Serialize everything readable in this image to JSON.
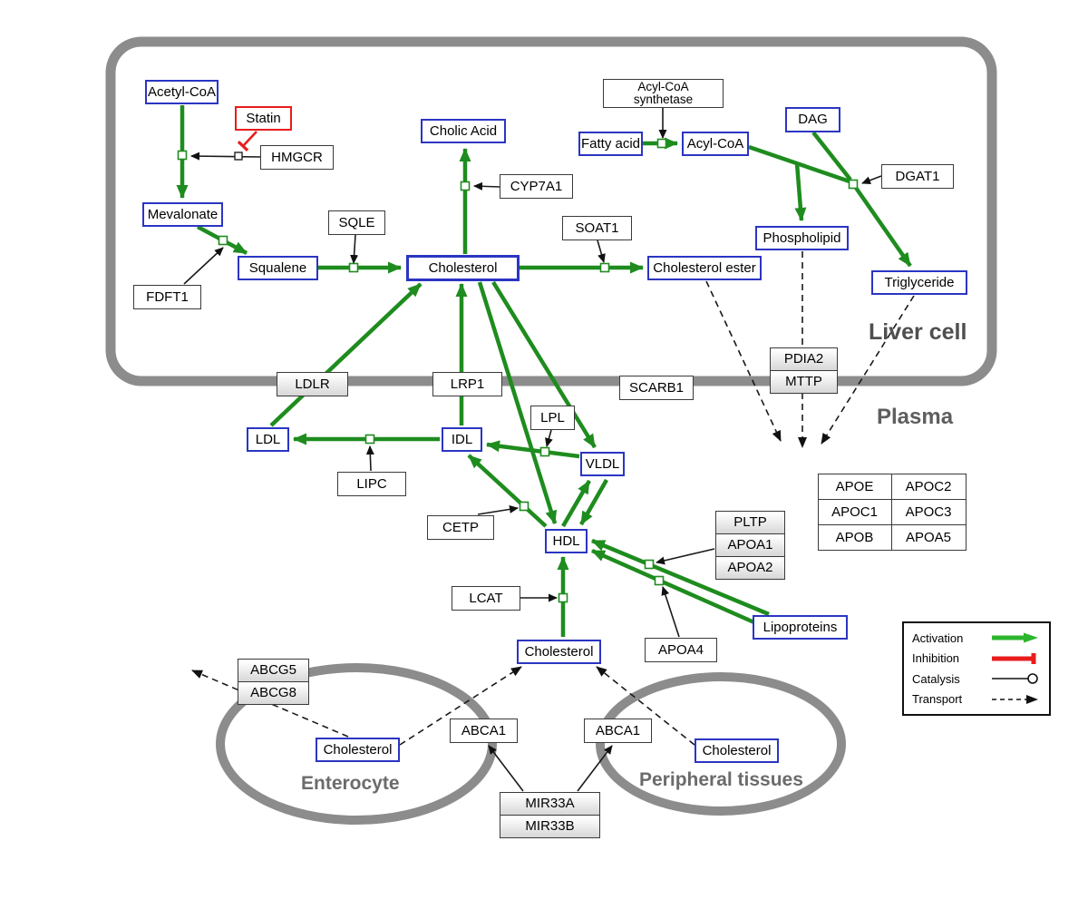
{
  "compartments": {
    "liver": {
      "label": "Liver cell"
    },
    "plasma": {
      "label": "Plasma"
    },
    "enterocyte": {
      "label": "Enterocyte"
    },
    "peripheral": {
      "label": "Peripheral tissues"
    }
  },
  "nodes": {
    "acetyl_coa": {
      "label": "Acetyl-CoA"
    },
    "statin": {
      "label": "Statin"
    },
    "hmgcr": {
      "label": "HMGCR"
    },
    "mevalonate": {
      "label": "Mevalonate"
    },
    "fdft1": {
      "label": "FDFT1"
    },
    "squalene": {
      "label": "Squalene"
    },
    "sqle": {
      "label": "SQLE"
    },
    "cholic_acid": {
      "label": "Cholic Acid"
    },
    "cyp7a1": {
      "label": "CYP7A1"
    },
    "cholesterol_liver": {
      "label": "Cholesterol"
    },
    "soat1": {
      "label": "SOAT1"
    },
    "cholesterol_ester": {
      "label": "Cholesterol ester"
    },
    "acyl_coa_synthetase": {
      "lines": [
        "Acyl-CoA",
        "synthetase"
      ]
    },
    "fatty_acid": {
      "label": "Fatty acid"
    },
    "acyl_coa": {
      "label": "Acyl-CoA"
    },
    "dag": {
      "label": "DAG"
    },
    "dgat1": {
      "label": "DGAT1"
    },
    "phospholipid": {
      "label": "Phospholipid"
    },
    "triglyceride": {
      "label": "Triglyceride"
    },
    "pdia2": {
      "label": "PDIA2"
    },
    "mttp": {
      "label": "MTTP"
    },
    "ldlr": {
      "label": "LDLR"
    },
    "lrp1": {
      "label": "LRP1"
    },
    "scarb1": {
      "label": "SCARB1"
    },
    "lpl": {
      "label": "LPL"
    },
    "ldl": {
      "label": "LDL"
    },
    "idl": {
      "label": "IDL"
    },
    "vldl": {
      "label": "VLDL"
    },
    "lipc": {
      "label": "LIPC"
    },
    "cetp": {
      "label": "CETP"
    },
    "hdl": {
      "label": "HDL"
    },
    "lcat": {
      "label": "LCAT"
    },
    "pltp": {
      "label": "PLTP"
    },
    "apoa1": {
      "label": "APOA1"
    },
    "apoa2": {
      "label": "APOA2"
    },
    "apoa4": {
      "label": "APOA4"
    },
    "lipoproteins": {
      "label": "Lipoproteins"
    },
    "cholesterol_plasma": {
      "label": "Cholesterol"
    },
    "apo_table": {
      "rows": [
        [
          "APOE",
          "APOC2"
        ],
        [
          "APOC1",
          "APOC3"
        ],
        [
          "APOB",
          "APOA5"
        ]
      ]
    },
    "abcg5": {
      "label": "ABCG5"
    },
    "abcg8": {
      "label": "ABCG8"
    },
    "cholesterol_enterocyte": {
      "label": "Cholesterol"
    },
    "abca1_enterocyte": {
      "label": "ABCA1"
    },
    "abca1_peripheral": {
      "label": "ABCA1"
    },
    "cholesterol_peripheral": {
      "label": "Cholesterol"
    },
    "mir33a": {
      "label": "MIR33A"
    },
    "mir33b": {
      "label": "MIR33B"
    }
  },
  "legend": {
    "items": [
      {
        "label": "Activation",
        "symbol": "green-arrow"
      },
      {
        "label": "Inhibition",
        "symbol": "red-tbar"
      },
      {
        "label": "Catalysis",
        "symbol": "line-circle"
      },
      {
        "label": "Transport",
        "symbol": "dashed-arrow"
      }
    ]
  },
  "colors": {
    "metabolite_border": "#2b35c2",
    "inhibitor_border": "#e81c1c",
    "activation_green": "#1e8c1e",
    "inhibition_red": "#e81c1c",
    "membrane_gray": "#8c8c8c"
  }
}
